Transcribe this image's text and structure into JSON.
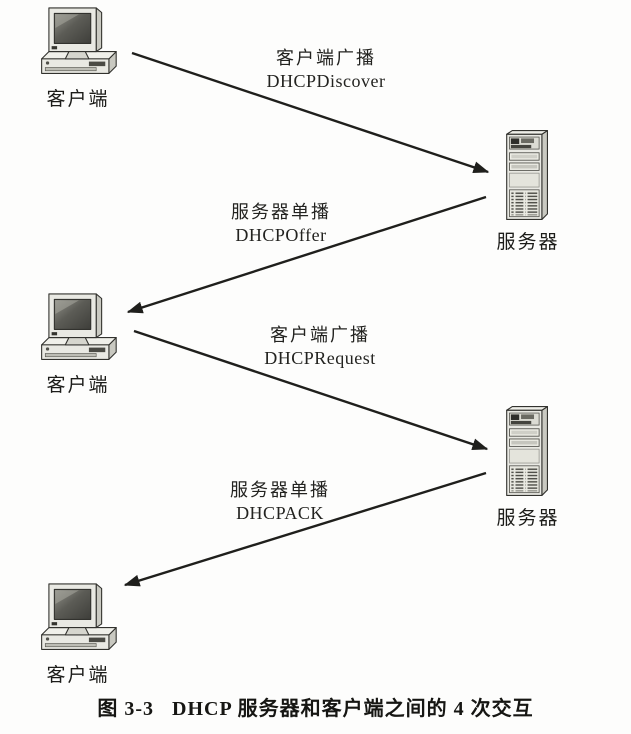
{
  "diagram": {
    "topic": "DHCP 4-step exchange",
    "colors": {
      "ink": "#1f1f1c",
      "paper": "#fdfdfc",
      "icon_fill": "#e9e9e3",
      "icon_shade": "#c9c9c1"
    }
  },
  "nodes": [
    {
      "id": "client-1",
      "type": "client",
      "label": "客户端"
    },
    {
      "id": "server-1",
      "type": "server",
      "label": "服务器"
    },
    {
      "id": "client-2",
      "type": "client",
      "label": "客户端"
    },
    {
      "id": "server-2",
      "type": "server",
      "label": "服务器"
    },
    {
      "id": "client-3",
      "type": "client",
      "label": "客户端"
    }
  ],
  "messages": [
    {
      "line1": "客户端广播",
      "line2": "DHCPDiscover",
      "from": "client-1",
      "to": "server-1"
    },
    {
      "line1": "服务器单播",
      "line2": "DHCPOffer",
      "from": "server-1",
      "to": "client-2"
    },
    {
      "line1": "客户端广播",
      "line2": "DHCPRequest",
      "from": "client-2",
      "to": "server-2"
    },
    {
      "line1": "服务器单播",
      "line2": "DHCPACK",
      "from": "server-2",
      "to": "client-3"
    }
  ],
  "caption": {
    "prefix": "图 3-3",
    "text": "DHCP 服务器和客户端之间的 4 次交互"
  }
}
